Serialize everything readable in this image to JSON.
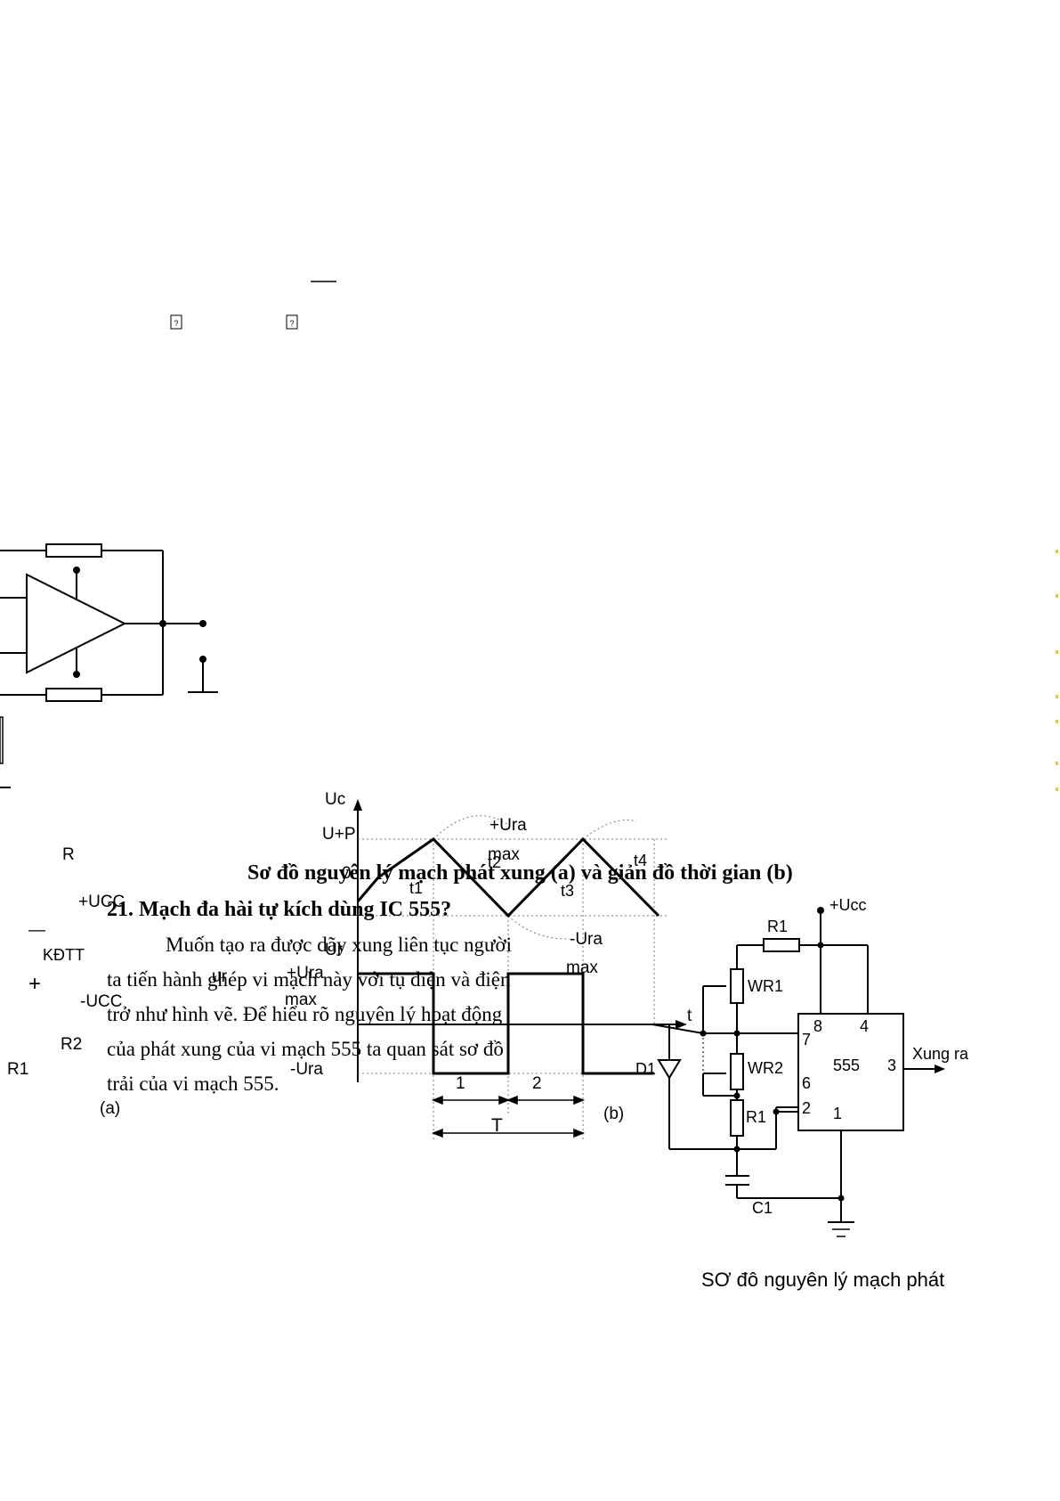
{
  "page": {
    "top_placeholder_glyph": "?",
    "caption_main": "Sơ đồ nguyên lý mạch phát xung (a) và giản đồ thời gian (b)",
    "section_heading": "21. Mạch đa hài tự kích dùng IC 555?",
    "paragraph_lines": [
      "Muốn  tạo ra được dãy xung liên tục người",
      "ta tiến hành ghép vi mạch này với tụ điện và điện",
      "trở như hình vẽ. Để hiểu rõ nguyên lý hoạt động",
      "của phát xung của vi mạch 555 ta quan sát sơ đồ",
      "trải của vi mạch 555."
    ],
    "caption_555": "SƠ đô nguyên lý mạch phát"
  },
  "circuit_a": {
    "labels": {
      "r": "R",
      "plus_ucc": "+UCC",
      "minus_sign": "—",
      "kdtt": "KĐTT",
      "plus_sign": "+",
      "minus_ucc": "-UCC",
      "r2": "R2",
      "r1": "R1",
      "tag": "(a)"
    }
  },
  "timing_b": {
    "labels": {
      "uc": "Uc",
      "u_plus_p": "U+P",
      "zero": "0",
      "t1": "t1",
      "t2": "t2",
      "t3": "t3",
      "t4": "t4",
      "plus_ura_1": "+Ura",
      "max_1": "max",
      "minus_ura_1": "-Ura",
      "max_2": "max",
      "ur": "Ur",
      "ur2": "ur",
      "plus_ura_2": "+Ura",
      "max_3": "max",
      "minus_ura_2": "-Ura",
      "t": "t",
      "seg1": "1",
      "seg2": "2",
      "period": "T",
      "tag": "(b)",
      "c1": "C1"
    }
  },
  "circuit_555": {
    "labels": {
      "ucc": "+Ucc",
      "r1_top": "R1",
      "wr1": "WR1",
      "wr2": "WR2",
      "r1_bottom": "R1",
      "d1": "D1",
      "c1": "C1",
      "chip": "555",
      "pin8": "8",
      "pin4": "4",
      "pin7": "7",
      "pin6": "6",
      "pin2": "2",
      "pin1": "1",
      "pin3": "3",
      "output": "Xung ra"
    }
  }
}
